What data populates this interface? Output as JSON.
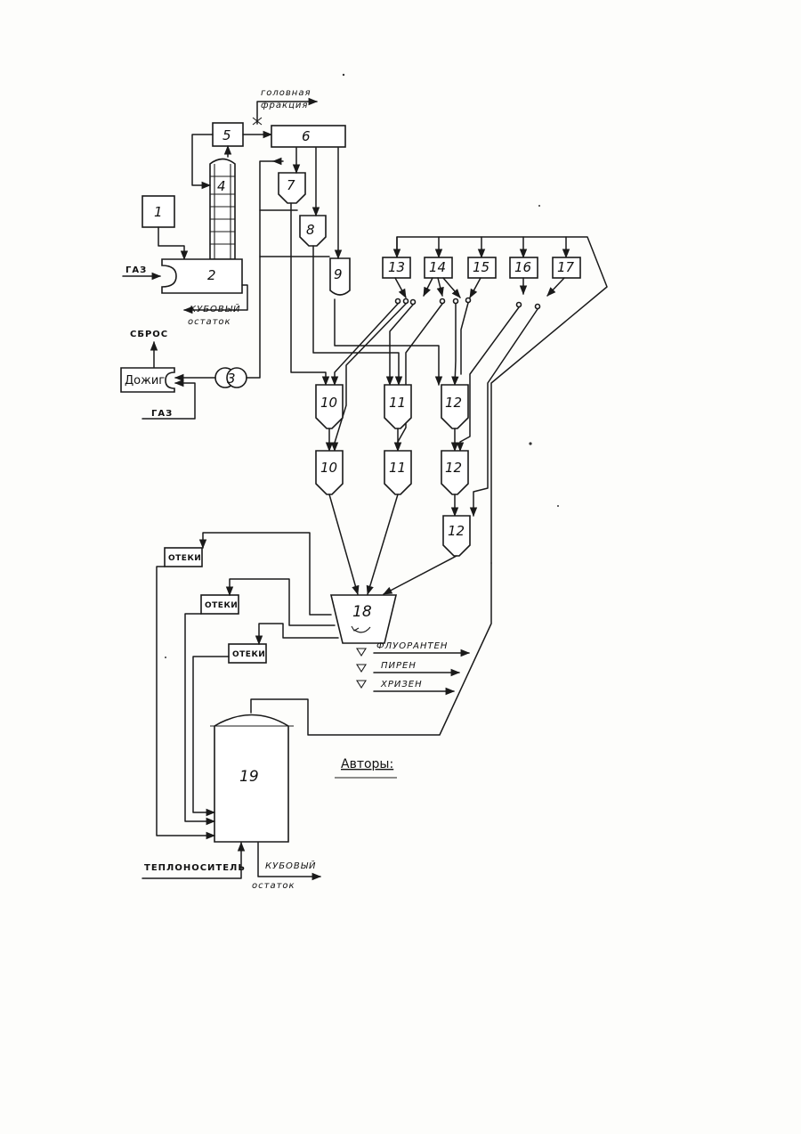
{
  "units": {
    "u1": "1",
    "u2": "2",
    "u3": "3",
    "u4": "4",
    "u5": "5",
    "u6": "6",
    "u7": "7",
    "u8": "8",
    "u9": "9",
    "u10": "10",
    "u11": "11",
    "u12": "12",
    "u13": "13",
    "u14": "14",
    "u15": "15",
    "u16": "16",
    "u17": "17",
    "u18": "18",
    "u19": "19"
  },
  "labels": {
    "head_fraction_1": "головная",
    "head_fraction_2": "фракция",
    "gas_in": "ГАЗ",
    "gas_bottom": "ГАЗ",
    "bottoms_top_1": "КУБОВЫЙ",
    "bottoms_top_2": "остаток",
    "discharge": "СБРОС",
    "afterburner": "Дожиг",
    "drains": "ОТЕКИ",
    "fluoranthene": "ФЛУОРАНТЕН",
    "pyrene": "ПИРЕН",
    "chrysene": "ХРИЗЕН",
    "authors": "Авторы:",
    "heat_carrier": "ТЕПЛОНОСИТЕЛЬ",
    "bottoms_bottom_1": "КУБОВЫЙ",
    "bottoms_bottom_2": "остаток"
  },
  "colors": {
    "ink": "#1a1a1a",
    "paper": "#fdfdfb"
  }
}
